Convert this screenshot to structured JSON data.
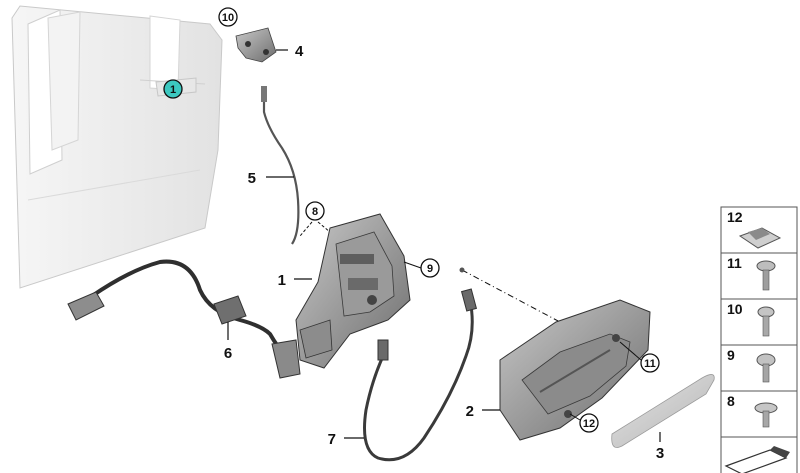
{
  "callouts": {
    "c1": "1",
    "c10": "10",
    "c4": "4",
    "c5": "5",
    "c8": "8",
    "c9": "9",
    "c1b": "1",
    "c6": "6",
    "c2": "2",
    "c11": "11",
    "c12": "12",
    "c7": "7",
    "c3": "3"
  },
  "legend": [
    "12",
    "11",
    "10",
    "9",
    "8"
  ],
  "colors": {
    "highlight": "#3cc8c0",
    "line": "#111111",
    "part_dark": "#7a7a7a",
    "part_light": "#d8d8d8",
    "door": "#eeeeee"
  }
}
